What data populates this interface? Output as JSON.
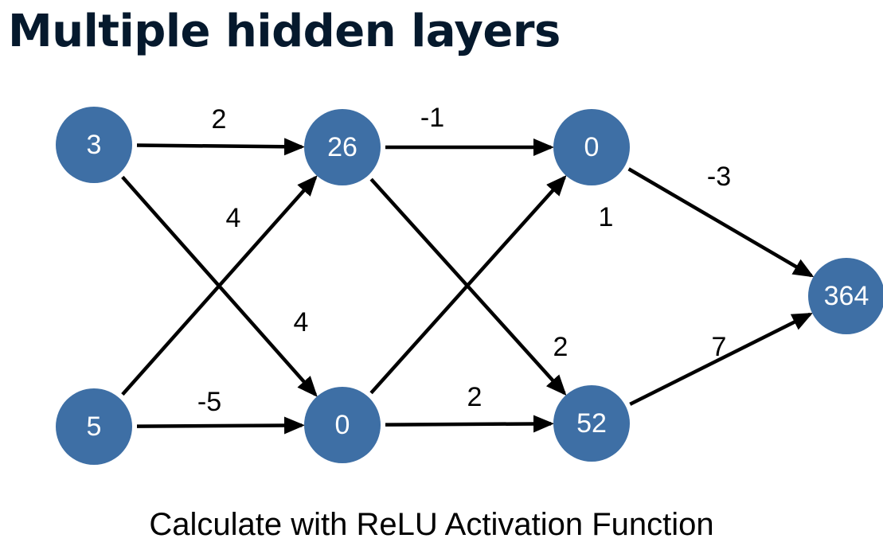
{
  "title": "Multiple hidden layers",
  "caption": "Calculate with ReLU Activation Function",
  "colors": {
    "node_fill": "#3e6fa5",
    "node_text": "#ffffff",
    "title_text": "#05192d",
    "edge": "#000000"
  },
  "network": {
    "nodes": [
      {
        "id": "input-top",
        "layer": "input",
        "value": "3"
      },
      {
        "id": "input-bottom",
        "layer": "input",
        "value": "5"
      },
      {
        "id": "hidden1-top",
        "layer": "hidden-1",
        "value": "26"
      },
      {
        "id": "hidden1-bottom",
        "layer": "hidden-1",
        "value": "0"
      },
      {
        "id": "hidden2-top",
        "layer": "hidden-2",
        "value": "0"
      },
      {
        "id": "hidden2-bottom",
        "layer": "hidden-2",
        "value": "52"
      },
      {
        "id": "output",
        "layer": "output",
        "value": "364"
      }
    ],
    "edges": [
      {
        "from": "input-top",
        "to": "hidden1-top",
        "weight": "2"
      },
      {
        "from": "input-top",
        "to": "hidden1-bottom",
        "weight": "4"
      },
      {
        "from": "input-bottom",
        "to": "hidden1-top",
        "weight": "4"
      },
      {
        "from": "input-bottom",
        "to": "hidden1-bottom",
        "weight": "-5"
      },
      {
        "from": "hidden1-top",
        "to": "hidden2-top",
        "weight": "-1"
      },
      {
        "from": "hidden1-top",
        "to": "hidden2-bottom",
        "weight": "2"
      },
      {
        "from": "hidden1-bottom",
        "to": "hidden2-top",
        "weight": "1"
      },
      {
        "from": "hidden1-bottom",
        "to": "hidden2-bottom",
        "weight": "2"
      },
      {
        "from": "hidden2-top",
        "to": "output",
        "weight": "-3"
      },
      {
        "from": "hidden2-bottom",
        "to": "output",
        "weight": "7"
      }
    ]
  }
}
